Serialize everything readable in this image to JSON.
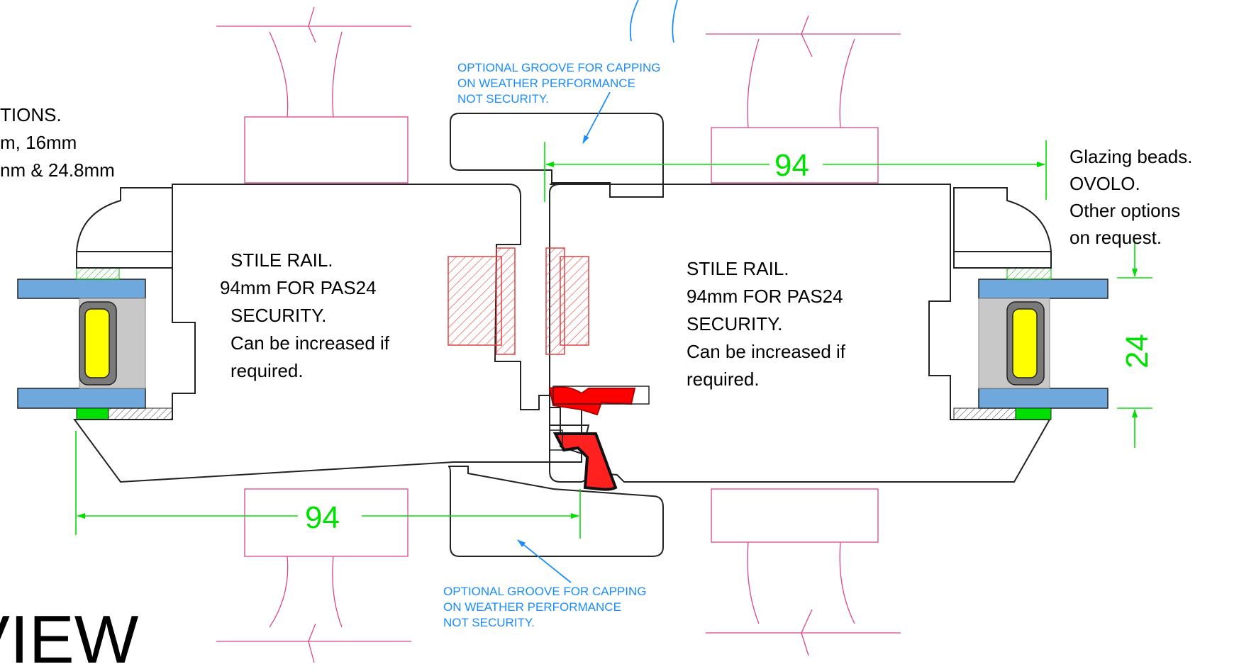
{
  "notes": {
    "glazing_options": [
      "TIONS.",
      "m, 16mm",
      "nm & 24.8mm"
    ],
    "stile_left": [
      "STILE RAIL.",
      "94mm FOR PAS24",
      "SECURITY.",
      "Can be increased if",
      "required."
    ],
    "stile_right": [
      "STILE RAIL.",
      "94mm FOR PAS24",
      "SECURITY.",
      "Can be increased if",
      "required."
    ],
    "glazing_beads": [
      "Glazing beads.",
      "OVOLO.",
      "Other options",
      "on request."
    ],
    "groove_top": [
      "OPTIONAL GROOVE FOR CAPPING",
      "ON WEATHER PERFORMANCE",
      "NOT SECURITY."
    ],
    "groove_bottom": [
      "OPTIONAL GROOVE FOR CAPPING",
      "ON WEATHER PERFORMANCE",
      "NOT SECURITY."
    ],
    "view_label": "VIEW"
  },
  "dimensions": {
    "top_width": "94",
    "bottom_width": "94",
    "glass_thickness": "24"
  },
  "colors": {
    "outline": "#222222",
    "glass": "#6fa8dc",
    "gasket": "#ffff00",
    "spacer": "#c8c8c8",
    "sealant": "#00e000",
    "dimension": "#00e000",
    "callout": "#1a8cff",
    "hidden_line": "#d9468c",
    "weatherseal": "#ff0000",
    "hatch_red": "#e04040"
  }
}
